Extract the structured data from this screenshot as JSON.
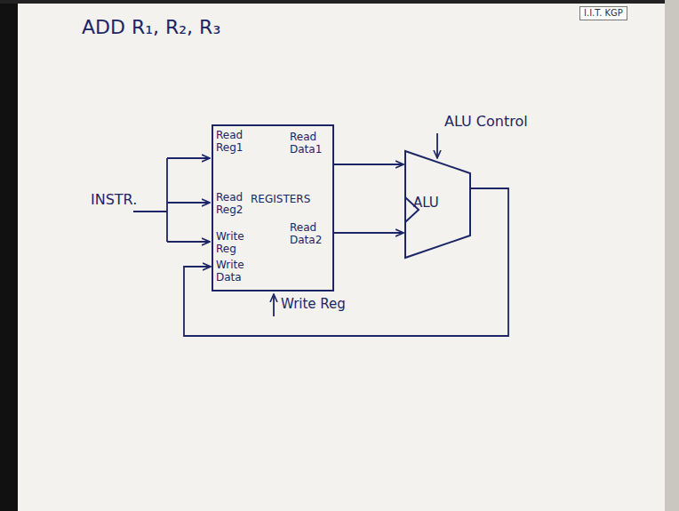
{
  "diagram": {
    "title": "ADD R₁, R₂, R₃",
    "nodes": [
      {
        "text": [
          "REGISTERS",
          "Read Reg1",
          "Read Reg2",
          "Write Reg",
          "Write Data",
          "Read Data1",
          "Read Data2"
        ]
      },
      {
        "text": [
          "ALU"
        ]
      }
    ],
    "edges": [
      {
        "from": 0,
        "to": 1,
        "arrow": "to"
      },
      {
        "from": 0,
        "to": 1,
        "arrow": "to"
      },
      {
        "from": 1,
        "to": 0,
        "arrow": "to"
      }
    ],
    "labels": [
      "I.I.T. KGP",
      "INSTR.",
      "ALU Control",
      "Write Reg"
    ]
  }
}
